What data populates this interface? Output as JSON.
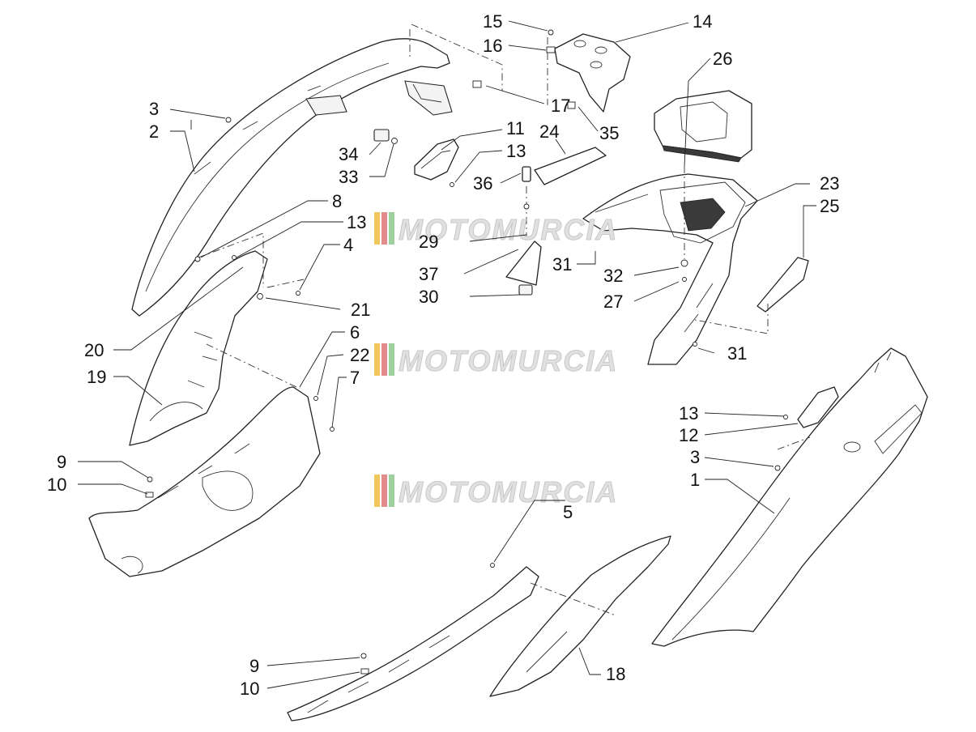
{
  "watermark": {
    "text": "MOTOMURCIA",
    "stripe_colors": [
      "#f2c75c",
      "#e58a8a",
      "#9fd19f",
      "#c9c9c9"
    ]
  },
  "callouts": {
    "c1": "1",
    "c2": "2",
    "c3a": "3",
    "c3b": "3",
    "c4": "4",
    "c5": "5",
    "c6": "6",
    "c7": "7",
    "c8": "8",
    "c9a": "9",
    "c9b": "9",
    "c10a": "10",
    "c10b": "10",
    "c11": "11",
    "c12": "12",
    "c13a": "13",
    "c13b": "13",
    "c13c": "13",
    "c14": "14",
    "c15": "15",
    "c16": "16",
    "c17": "17",
    "c18": "18",
    "c19": "19",
    "c20": "20",
    "c21": "21",
    "c22": "22",
    "c23": "23",
    "c24": "24",
    "c25": "25",
    "c26": "26",
    "c27": "27",
    "c29": "29",
    "c30": "30",
    "c31a": "31",
    "c31b": "31",
    "c32": "32",
    "c33": "33",
    "c34": "34",
    "c35": "35",
    "c36": "36",
    "c37": "37"
  }
}
